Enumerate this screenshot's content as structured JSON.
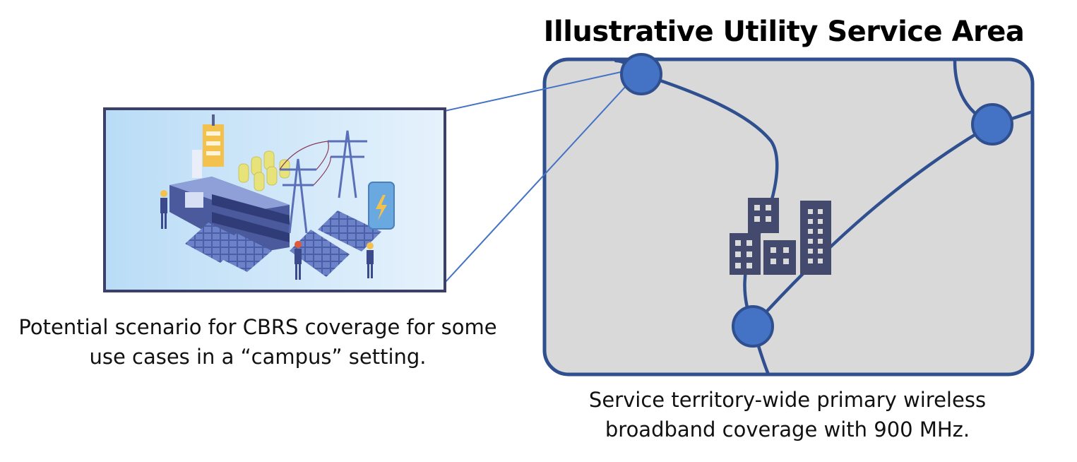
{
  "title": "Illustrative Utility Service Area",
  "campus_caption": "Potential scenario for CBRS coverage for some use cases in a “campus” setting.",
  "service_caption": "Service territory-wide primary wireless broadband coverage with 900 MHz.",
  "colors": {
    "area_fill": "#d9d9d9",
    "area_border": "#2f4f8f",
    "node_fill": "#4472c4",
    "building": "#44496e",
    "callout_line": "#4472c4",
    "illustration_bg": "#cfe6f8"
  },
  "icons": [
    "building-icon",
    "lightning-icon",
    "power-tower-icon",
    "solar-panel-icon",
    "worker-icon"
  ]
}
